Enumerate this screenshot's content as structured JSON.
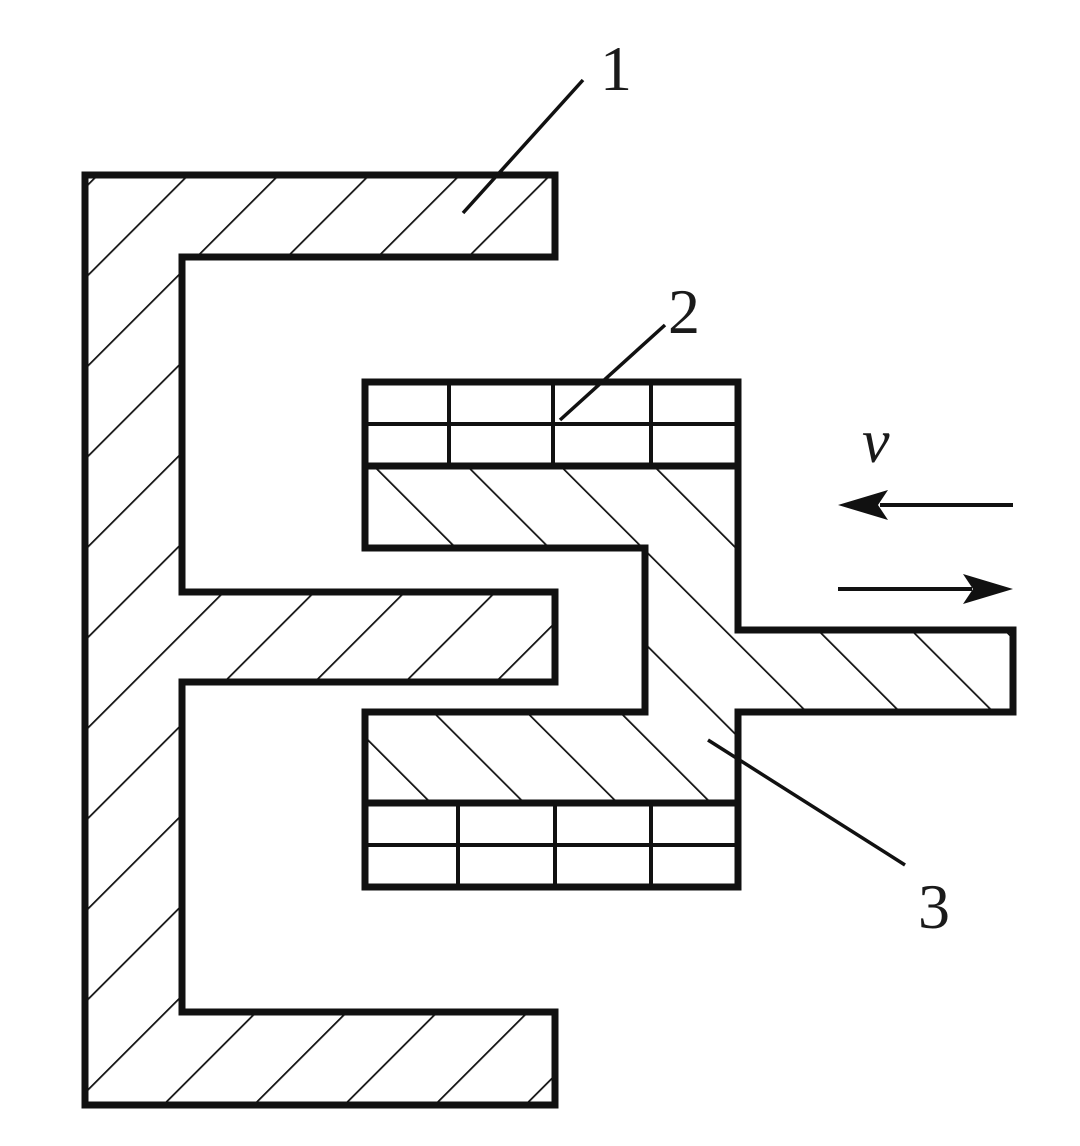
{
  "labels": {
    "part_1": "1",
    "part_2": "2",
    "part_3": "3",
    "velocity": "v"
  },
  "colors": {
    "stroke": "#111111",
    "background": "#ffffff"
  }
}
